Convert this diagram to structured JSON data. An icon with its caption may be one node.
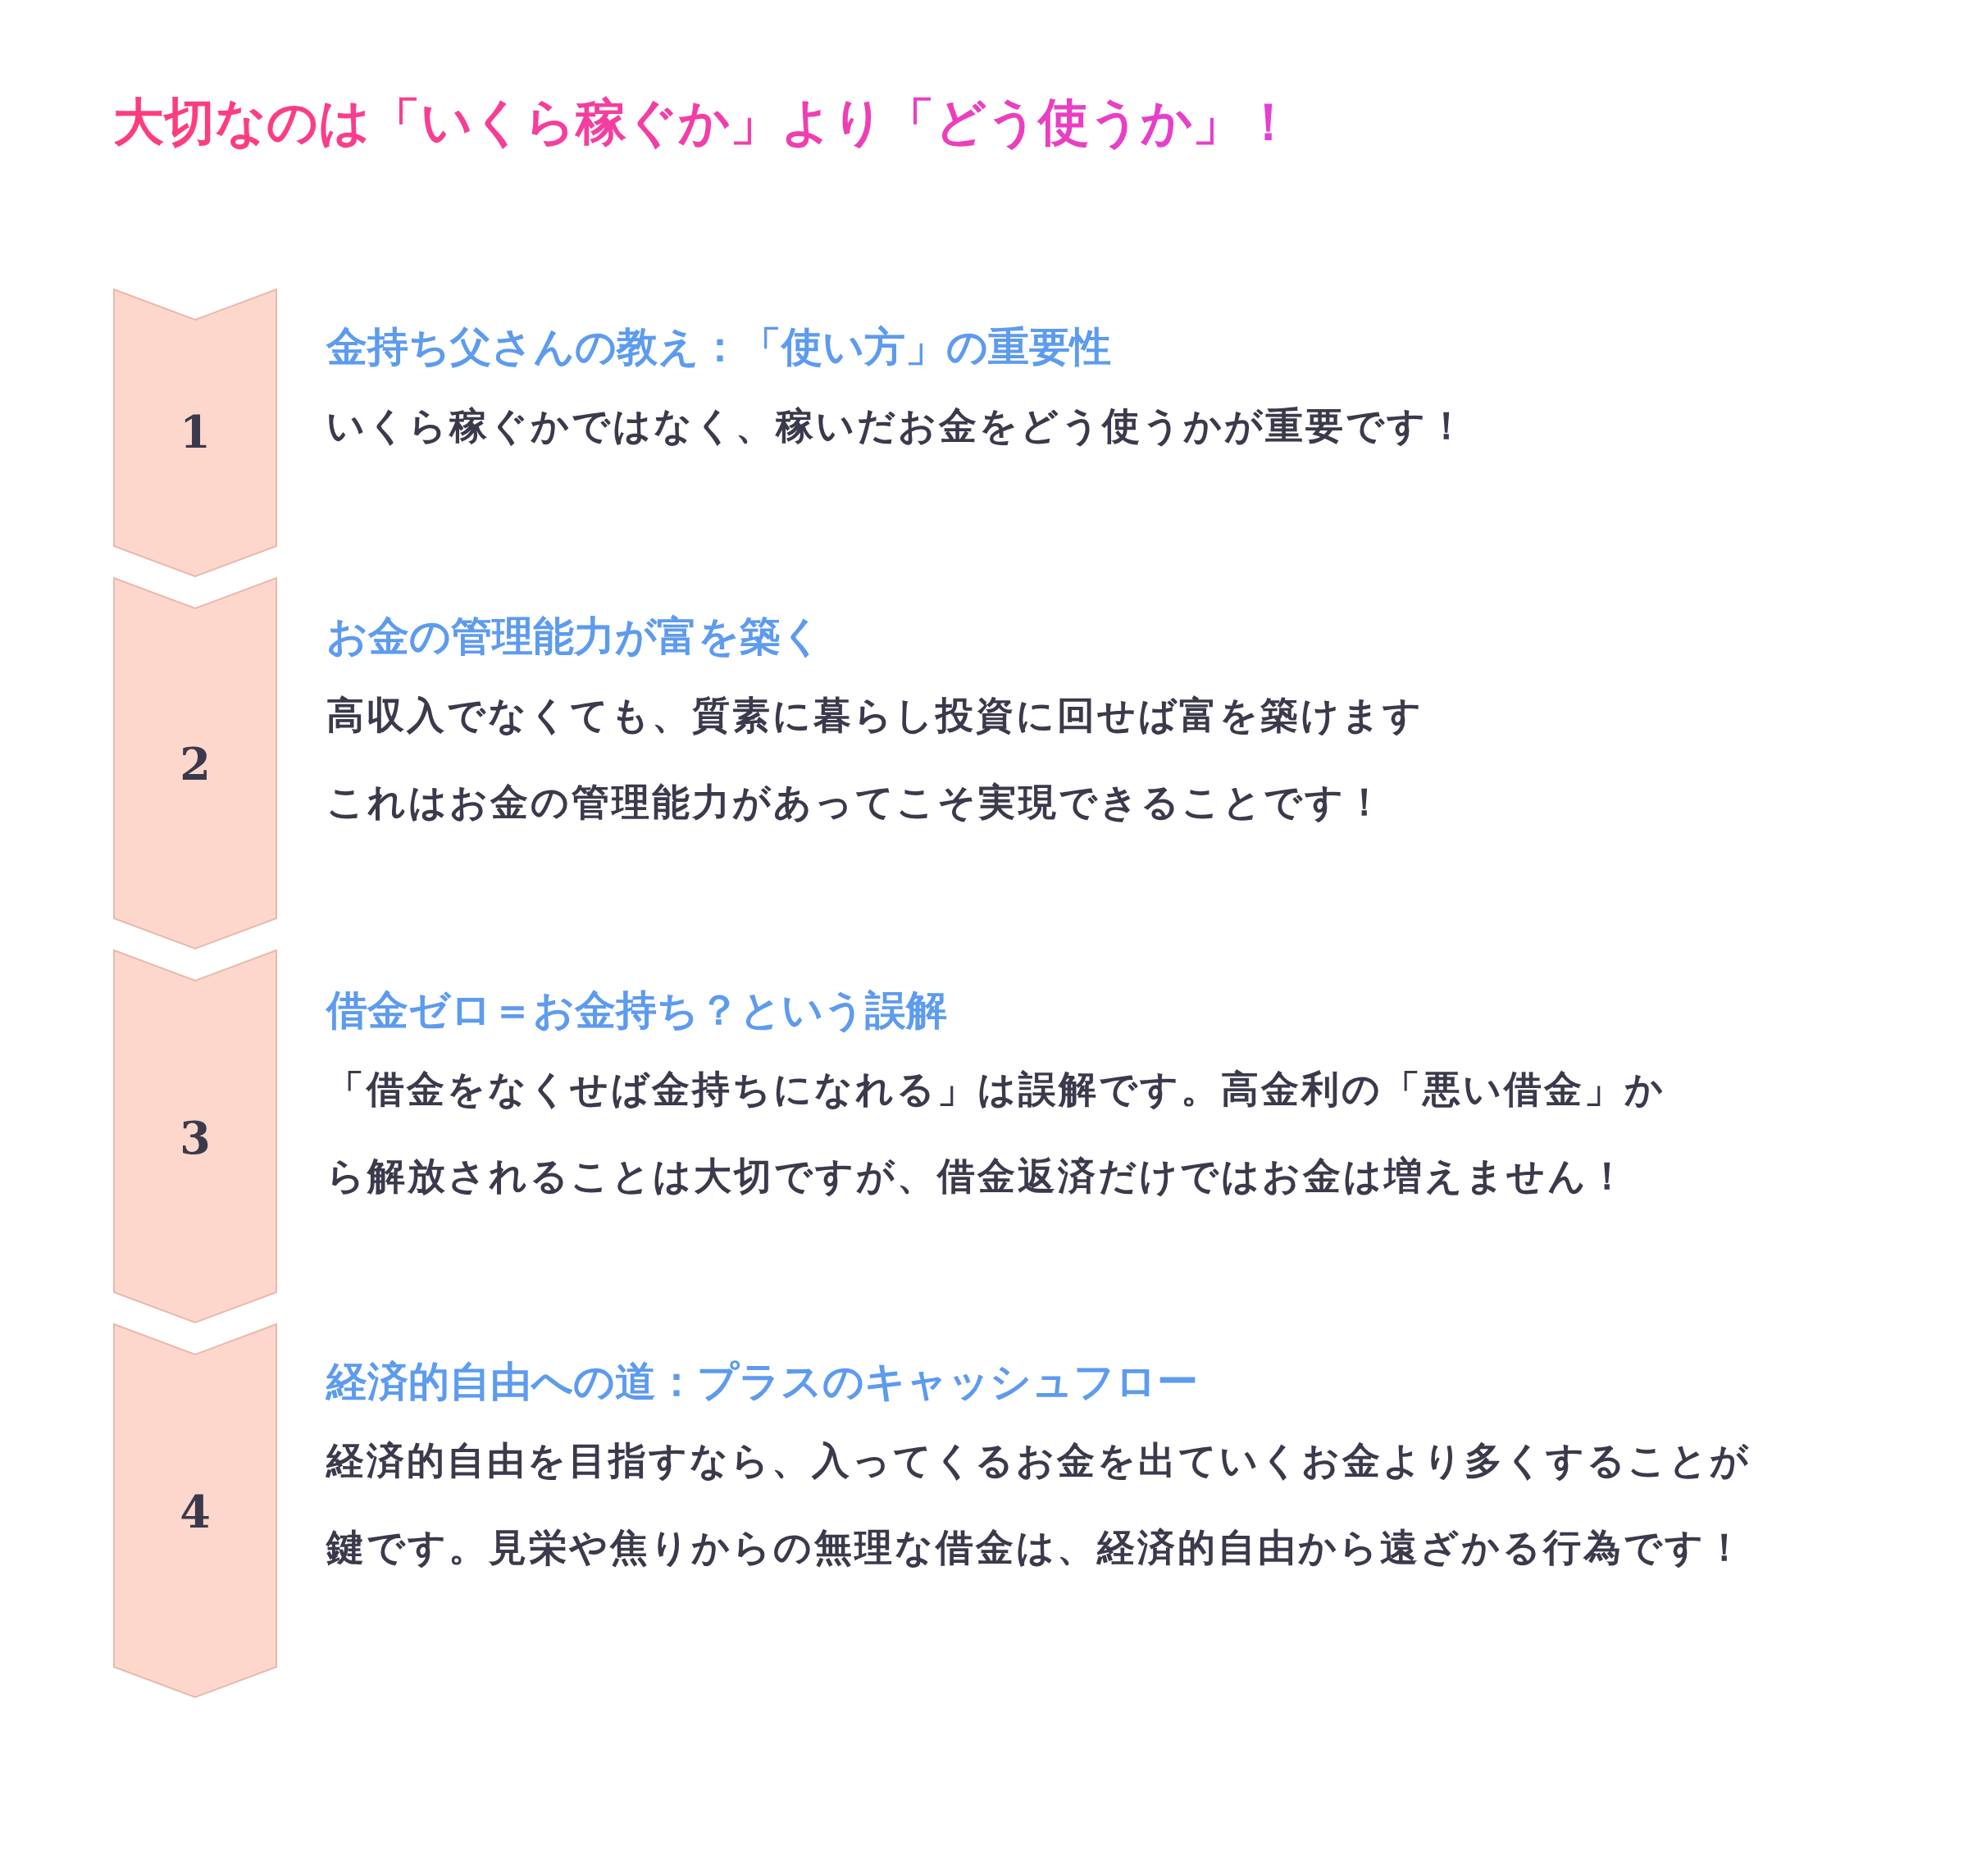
{
  "diagram": {
    "title": "大切なのは「いくら稼ぐか」より「どう使うか」！",
    "nodes": [
      {
        "text": [
          "1"
        ],
        "beside": [
          "金持ち父さんの教え：「使い方」の重要性",
          "いくら稼ぐかではなく、稼いだお金をどう使うかが重要です！"
        ]
      },
      {
        "text": [
          "2"
        ],
        "beside": [
          "お金の管理能力が富を築く",
          "高収入でなくても、質素に暮らし投資に回せば富を築けます",
          "これはお金の管理能力があってこそ実現できることです！"
        ]
      },
      {
        "text": [
          "3"
        ],
        "beside": [
          "借金ゼロ＝お金持ち？という誤解",
          "「借金をなくせば金持ちになれる」は誤解です。高金利の「悪い借金」から解放されることは大切ですが、借金返済だけではお金は増えません！"
        ]
      },
      {
        "text": [
          "4"
        ],
        "beside": [
          "経済的自由への道：プラスのキャッシュフロー",
          "経済的自由を目指すなら、入ってくるお金を出ていくお金より多くすることが鍵です。見栄や焦りからの無理な借金は、経済的自由から遠ざかる行為です！"
        ]
      }
    ]
  }
}
